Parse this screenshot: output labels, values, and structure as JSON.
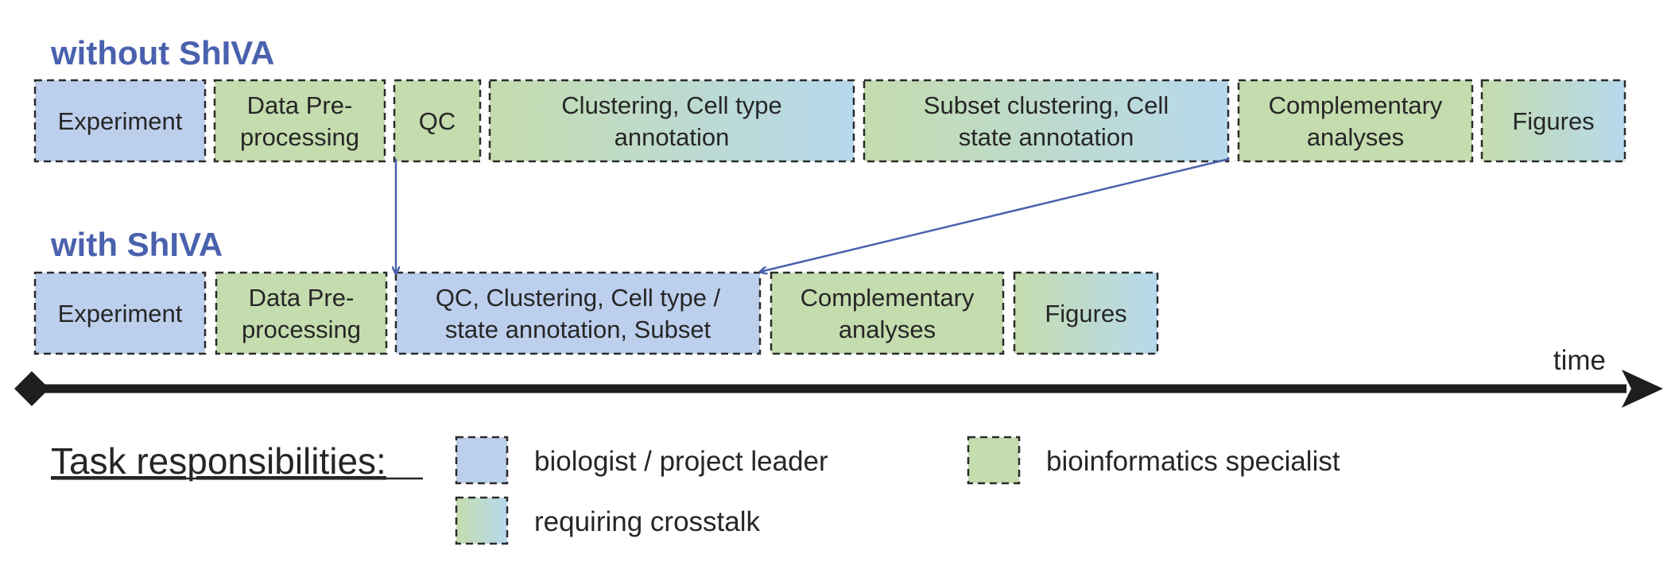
{
  "headings": {
    "without": "without ShIVA",
    "with": "with ShIVA"
  },
  "colors": {
    "biologist": "#bccfec",
    "bioinformatics": "#c4dcae",
    "crosstalk_start": "#c4dcae",
    "crosstalk_end": "#b7d9ed",
    "heading": "#4a61ad",
    "arrow": "#4a61ad",
    "timeline": "#1e1e1e"
  },
  "without_row": [
    {
      "lines": [
        "Experiment"
      ],
      "role": "biologist"
    },
    {
      "lines": [
        "Data Pre-",
        "processing"
      ],
      "role": "bioinformatics"
    },
    {
      "lines": [
        "QC"
      ],
      "role": "bioinformatics"
    },
    {
      "lines": [
        "Clustering, Cell type",
        "annotation"
      ],
      "role": "crosstalk"
    },
    {
      "lines": [
        "Subset clustering, Cell",
        "state annotation"
      ],
      "role": "crosstalk"
    },
    {
      "lines": [
        "Complementary",
        "analyses"
      ],
      "role": "bioinformatics"
    },
    {
      "lines": [
        "Figures"
      ],
      "role": "crosstalk"
    }
  ],
  "with_row": [
    {
      "lines": [
        "Experiment"
      ],
      "role": "biologist"
    },
    {
      "lines": [
        "Data Pre-",
        "processing"
      ],
      "role": "bioinformatics"
    },
    {
      "lines": [
        "QC, Clustering, Cell type /",
        "state annotation, Subset"
      ],
      "role": "biologist"
    },
    {
      "lines": [
        "Complementary",
        "analyses"
      ],
      "role": "bioinformatics"
    },
    {
      "lines": [
        "Figures"
      ],
      "role": "crosstalk"
    }
  ],
  "timeline": {
    "label": "time"
  },
  "legend": {
    "title": "Task responsibilities:",
    "items": [
      {
        "label": "biologist / project leader",
        "role": "biologist"
      },
      {
        "label": "bioinformatics specialist",
        "role": "bioinformatics"
      },
      {
        "label": "requiring crosstalk",
        "role": "crosstalk"
      }
    ]
  }
}
